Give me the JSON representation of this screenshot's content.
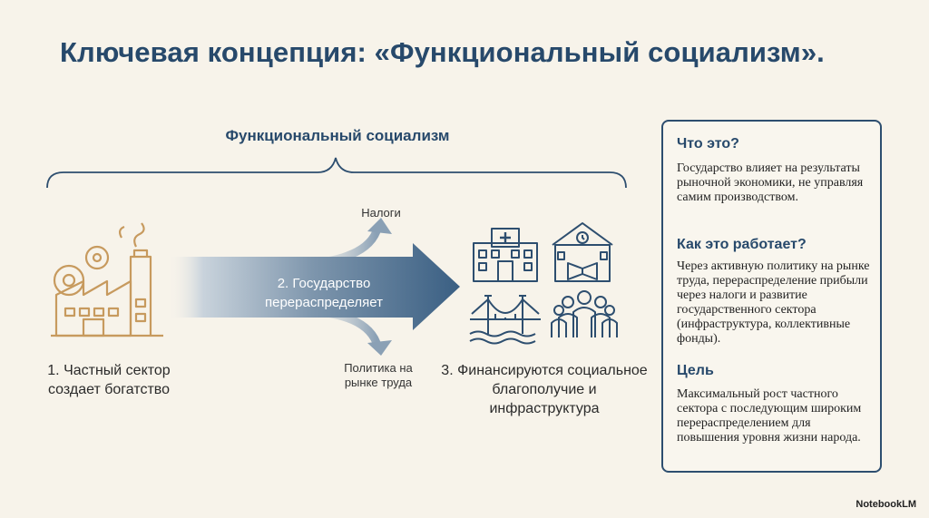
{
  "title": "Ключевая концепция: «Функциональный социализм».",
  "brace_label": "Функциональный социализм",
  "steps": {
    "private_sector": "1. Частный сектор создает богатство",
    "redistribution": "2. Государство перераспределяет",
    "financing": "3. Финансируются социальное благополучие и инфраструктура"
  },
  "branches": {
    "taxes": "Налоги",
    "labor_policy": "Политика на рынке труда"
  },
  "panel": {
    "what_heading": "Что это?",
    "what_text": "Государство влияет на результаты рыночной экономики, не управляя самим производством.",
    "how_heading": "Как это работает?",
    "how_text": "Через активную политику на рынке труда, перераспределение прибыли через налоги и развитие государственного сектора (инфраструктура, коллективные фонды).",
    "goal_heading": "Цель",
    "goal_text": "Максимальный рост частного сектора с последующим широким перераспределением для повышения уровня жизни народа."
  },
  "watermark": "NotebookLM",
  "colors": {
    "title": "#27496b",
    "background": "#f7f3ea",
    "icon_gold": "#c79a5e",
    "icon_navy": "#2d4e6f",
    "arrow_start": "#f7f3ea",
    "arrow_end": "#3a5f83"
  },
  "icons": [
    "factory-icon",
    "hospital-icon",
    "school-icon",
    "bridge-icon",
    "people-icon",
    "brace-icon"
  ]
}
